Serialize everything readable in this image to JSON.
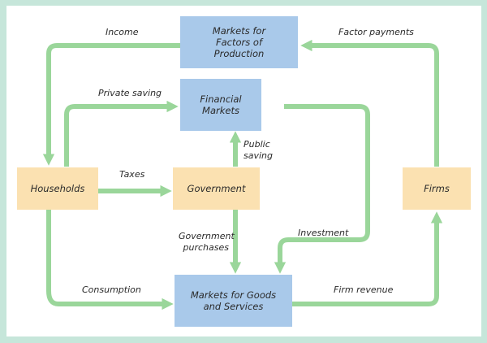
{
  "title": "Circular flow diagram with government and financial markets",
  "colors": {
    "frame": "#c6e6da",
    "market_box": "#a9c9ea",
    "sector_box": "#fbe1b1",
    "arrow": "#9ad69a"
  },
  "nodes": {
    "factor_markets": "Markets for Factors of Production",
    "financial_markets": "Financial Markets",
    "households": "Households",
    "government": "Government",
    "firms": "Firms",
    "goods_markets": "Markets for Goods and Services"
  },
  "flows": {
    "income": "Income",
    "factor_payments": "Factor payments",
    "private_saving": "Private saving",
    "public_saving": "Public saving",
    "taxes": "Taxes",
    "government_purchases": "Government purchases",
    "investment": "Investment",
    "consumption": "Consumption",
    "firm_revenue": "Firm revenue"
  }
}
